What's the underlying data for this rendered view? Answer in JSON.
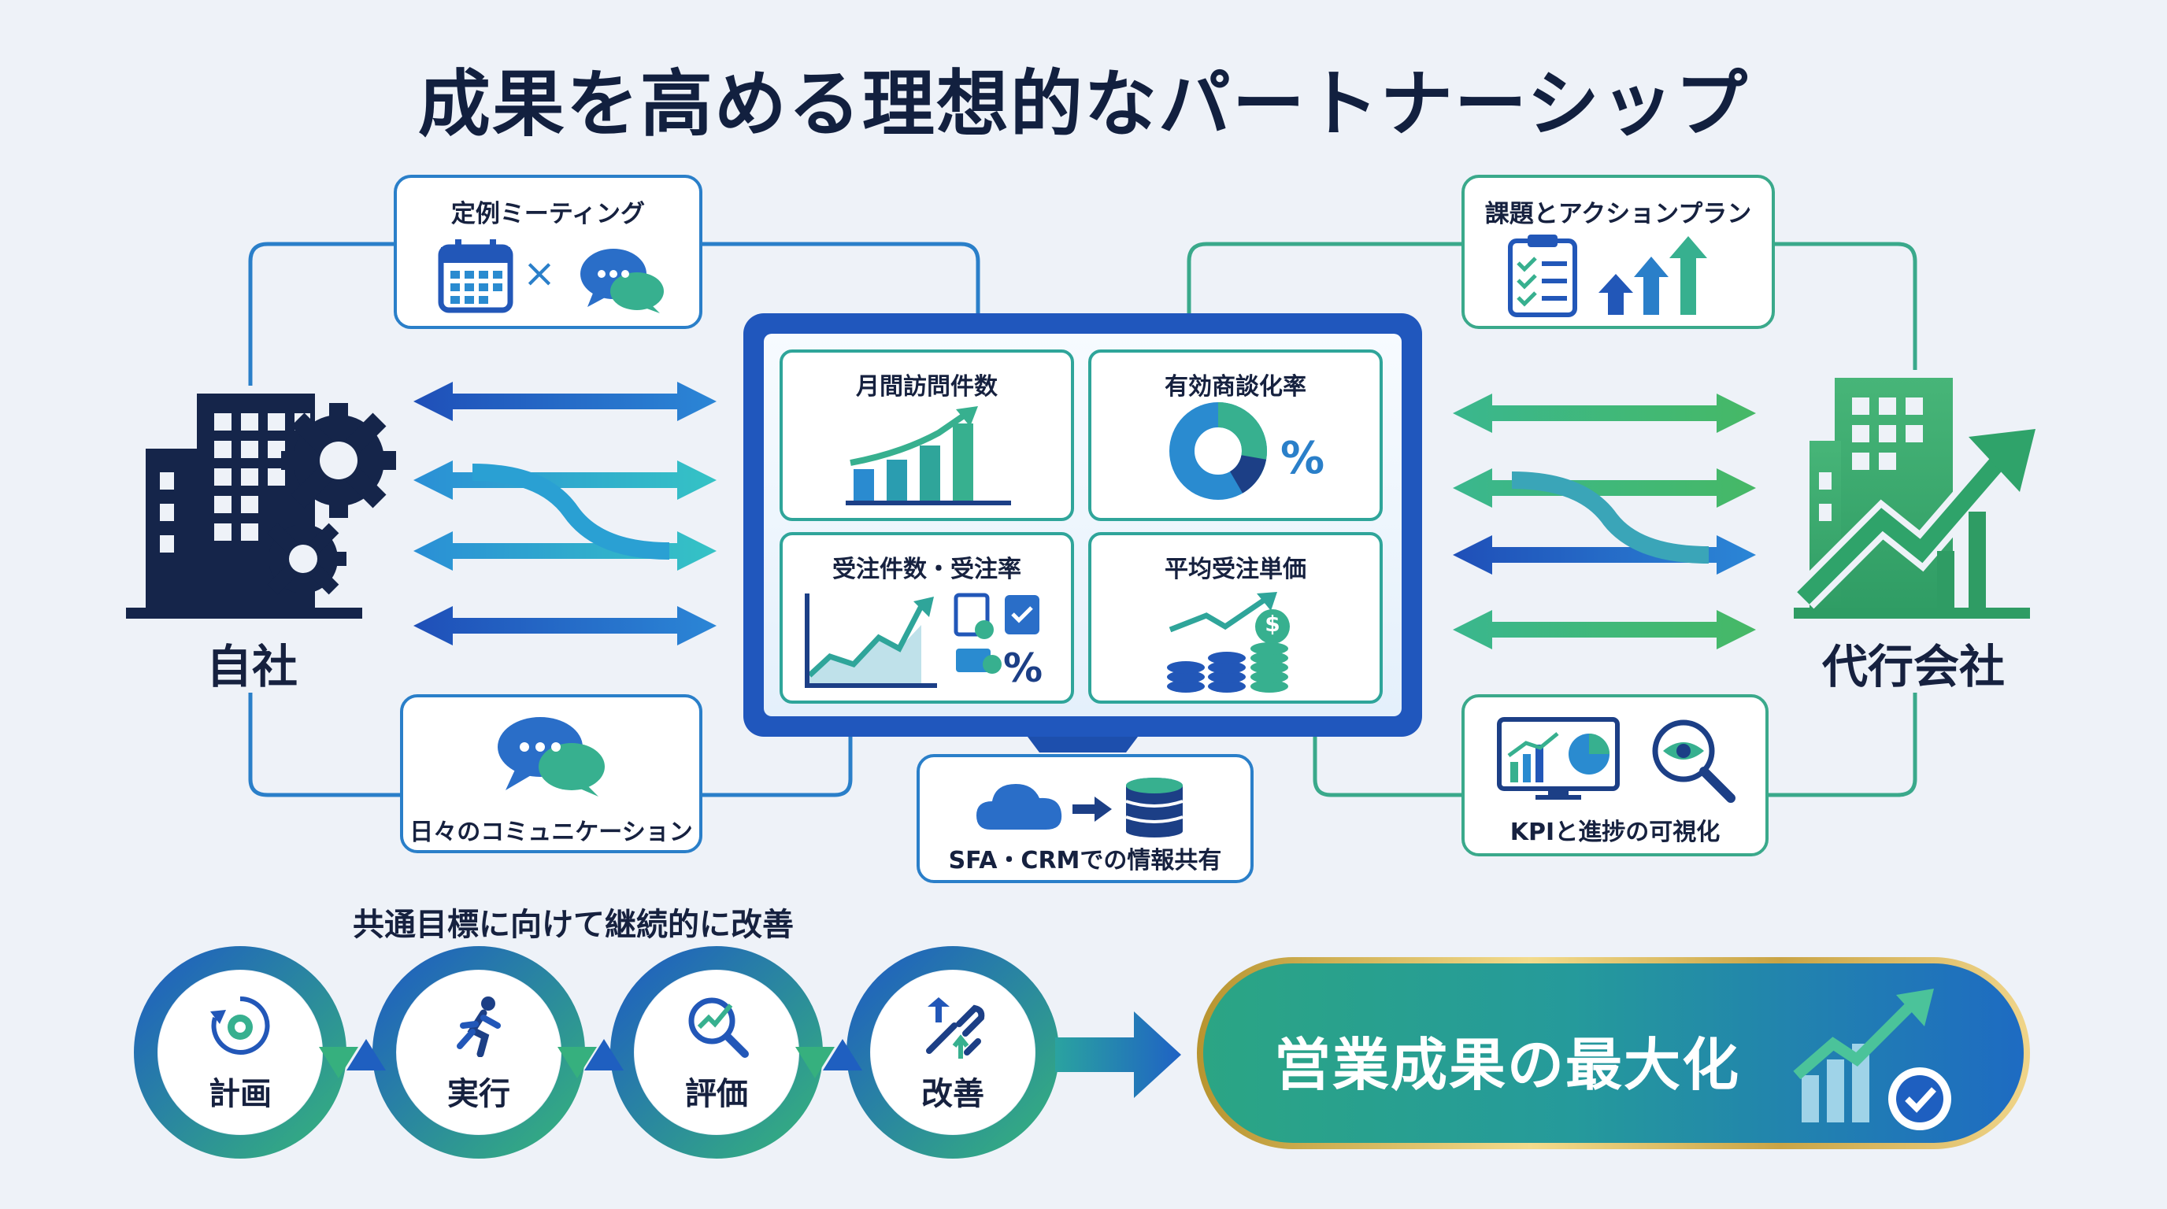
{
  "title": "成果を高める理想的なパートナーシップ",
  "left_entity": {
    "label": "自社",
    "icon": "building-gears-icon"
  },
  "right_entity": {
    "label": "代行会社",
    "icon": "building-growth-icon"
  },
  "top_left_card": {
    "label": "定例ミーティング",
    "icons": [
      "calendar-icon",
      "chat-bubbles-icon"
    ],
    "separator": "×"
  },
  "bottom_left_card": {
    "label": "日々のコミュニケーション",
    "icon": "chat-bubbles-icon"
  },
  "top_right_card": {
    "label": "課題とアクションプラン",
    "icons": [
      "checklist-icon",
      "up-arrows-icon"
    ]
  },
  "bottom_right_card": {
    "label": "KPIと進捗の可視化",
    "icons": [
      "monitor-chart-icon",
      "magnifier-eye-icon"
    ]
  },
  "center_bottom_card": {
    "label": "SFA・CRMでの情報共有",
    "icons": [
      "cloud-icon",
      "database-icon"
    ]
  },
  "dashboard": {
    "panels": [
      {
        "label": "月間訪問件数",
        "icon": "bar-chart-icon"
      },
      {
        "label": "有効商談化率",
        "icon": "donut-chart-icon",
        "suffix": "%"
      },
      {
        "label": "受注件数・受注率",
        "icon": "line-chart-icon",
        "suffix": "%"
      },
      {
        "label": "平均受注単価",
        "icon": "coins-chart-icon",
        "coin_symbol": "$"
      }
    ]
  },
  "cycle": {
    "heading": "共通目標に向けて継続的に改善",
    "steps": [
      {
        "label": "計画",
        "icon": "gear-cycle-icon"
      },
      {
        "label": "実行",
        "icon": "running-person-icon"
      },
      {
        "label": "評価",
        "icon": "magnifier-chart-icon"
      },
      {
        "label": "改善",
        "icon": "tools-arrows-icon"
      }
    ]
  },
  "goal": {
    "label": "営業成果の最大化",
    "icon": "chart-check-icon"
  },
  "colors": {
    "navy": "#12203f",
    "blue": "#2057bd",
    "teal": "#2fa59a",
    "green": "#3db37a",
    "gold": "#d9b65a"
  }
}
